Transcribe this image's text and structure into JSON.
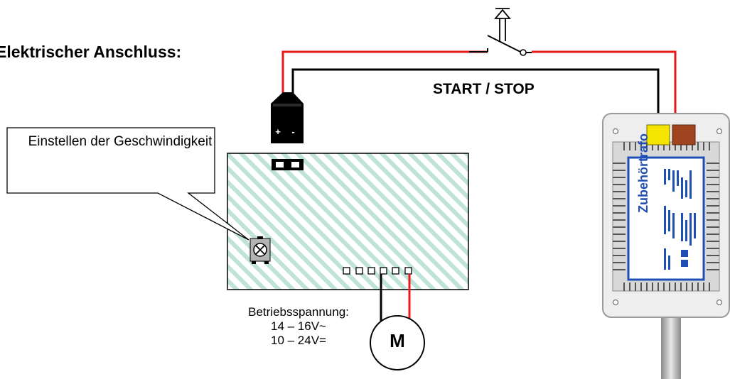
{
  "title": "Elektrischer Anschluss:",
  "switch_label": "START / STOP",
  "callout": "Einstellen der Geschwindigkeit",
  "voltage": {
    "heading": "Betriebsspannung:",
    "ac": "14 – 16V~",
    "dc": "10 – 24V="
  },
  "motor_label": "M",
  "plug_polarity": "+ -",
  "transformer_label": "Zubehörtrafo",
  "colors": {
    "wire_red": "#e8191b",
    "wire_black": "#000000",
    "board_hatch": "#bfe3d6",
    "terminal_yellow": "#f4e400",
    "terminal_brown": "#a0431f",
    "transformer_blue": "#1f4fb5",
    "transformer_gray": "#9a9a9a"
  }
}
